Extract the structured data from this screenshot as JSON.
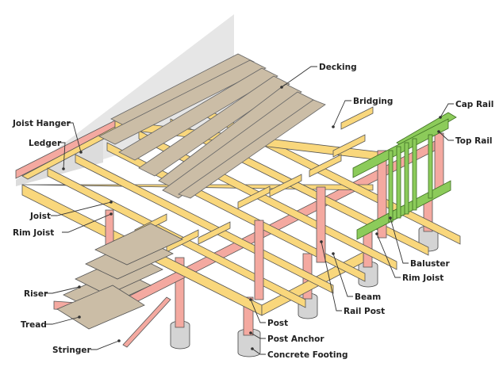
{
  "labels": {
    "decking": "Decking",
    "bridging": "Bridging",
    "cap_rail": "Cap Rail",
    "top_rail": "Top Rail",
    "joist_hanger": "Joist Hanger",
    "ledger": "Ledger",
    "joist": "Joist",
    "rim_joist_left": "Rim Joist",
    "baluster": "Baluster",
    "rim_joist_right": "Rim Joist",
    "riser": "Riser",
    "beam": "Beam",
    "rail_post": "Rail Post",
    "tread": "Tread",
    "post": "Post",
    "post_anchor": "Post Anchor",
    "stringer": "Stringer",
    "concrete_footing": "Concrete Footing"
  },
  "colors": {
    "joist": "#f9d77c",
    "post": "#f4a9a0",
    "railing": "#8ccb5a",
    "decking": "#cbbda6",
    "footing": "#d4d4d4",
    "wall": "#e6e6e6"
  }
}
